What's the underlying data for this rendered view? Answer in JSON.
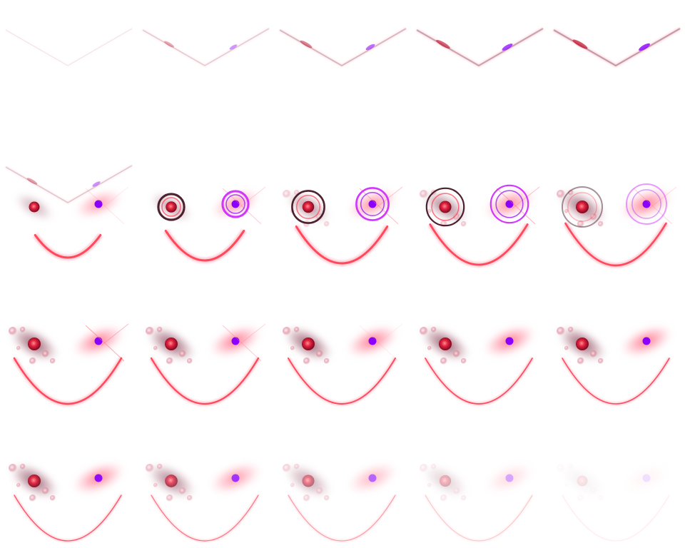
{
  "sprite_sheet": {
    "grid": {
      "columns": 5,
      "rows": 4
    },
    "colors": {
      "background": "#ffffff",
      "red": "#ff3b4e",
      "pink": "#ff6f8a",
      "crimson": "#c0102a",
      "dark_ring": "#3a0a18",
      "violet": "#8a00ff",
      "magenta": "#cc22ff",
      "smoke": "#8a6a78"
    },
    "frames": [
      {
        "phase": "streak",
        "streak": 0.25
      },
      {
        "phase": "streak",
        "streak": 0.5
      },
      {
        "phase": "streak",
        "streak": 0.7
      },
      {
        "phase": "streak",
        "streak": 0.9
      },
      {
        "phase": "streak",
        "streak": 1.0
      },
      {
        "phase": "face",
        "streak": 0.9,
        "ring": 0.0,
        "glow": 0.5,
        "smile": 0.35,
        "smile_thick": 1.0,
        "smoke": 0.2,
        "flare": 0.3,
        "opacity": 1.0
      },
      {
        "phase": "face",
        "ring": 0.45,
        "glow": 0.6,
        "smile": 0.55,
        "smile_thick": 1.0,
        "smoke": 0.4,
        "flare": 0.6,
        "opacity": 1.0
      },
      {
        "phase": "face",
        "ring": 0.7,
        "glow": 0.75,
        "smile": 0.75,
        "smile_thick": 1.0,
        "smoke": 0.6,
        "flare": 0.8,
        "opacity": 1.0
      },
      {
        "phase": "face",
        "ring": 0.9,
        "glow": 0.85,
        "smile": 0.85,
        "smile_thick": 0.9,
        "smoke": 0.75,
        "flare": 0.9,
        "opacity": 1.0
      },
      {
        "phase": "face",
        "ring": 1.0,
        "ring_fade": 0.5,
        "glow": 1.0,
        "smile": 0.9,
        "smile_thick": 0.85,
        "smoke": 0.9,
        "flare": 0.5,
        "opacity": 1.0
      },
      {
        "phase": "face",
        "ring": 0,
        "glow": 1.0,
        "smile": 1.0,
        "smile_thick": 0.8,
        "smoke": 1.0,
        "flare": 1.0,
        "opacity": 1.0
      },
      {
        "phase": "face",
        "ring": 0,
        "glow": 1.0,
        "smile": 1.0,
        "smile_thick": 0.7,
        "smoke": 1.0,
        "flare": 0.6,
        "opacity": 1.0
      },
      {
        "phase": "face",
        "ring": 0,
        "glow": 1.0,
        "smile": 1.0,
        "smile_thick": 0.55,
        "smoke": 1.0,
        "flare": 0.2,
        "opacity": 1.0
      },
      {
        "phase": "face",
        "ring": 0,
        "glow": 1.0,
        "smile": 1.0,
        "smile_thick": 0.45,
        "smoke": 1.0,
        "flare": 0.0,
        "opacity": 1.0
      },
      {
        "phase": "face",
        "ring": 0,
        "glow": 1.0,
        "smile": 1.0,
        "smile_thick": 0.4,
        "smoke": 1.0,
        "flare": 0.0,
        "opacity": 1.0
      },
      {
        "phase": "face",
        "ring": 0,
        "glow": 1.0,
        "smile": 1.0,
        "smile_thick": 0.3,
        "smoke": 1.0,
        "flare": 0.0,
        "opacity": 0.95
      },
      {
        "phase": "face",
        "ring": 0,
        "glow": 0.95,
        "smile": 1.0,
        "smile_thick": 0.25,
        "smoke": 1.0,
        "flare": 0.0,
        "opacity": 0.8
      },
      {
        "phase": "face",
        "ring": 0,
        "glow": 0.85,
        "smile": 1.0,
        "smile_thick": 0.2,
        "smoke": 0.9,
        "flare": 0.0,
        "opacity": 0.6
      },
      {
        "phase": "face",
        "ring": 0,
        "glow": 0.7,
        "smile": 1.0,
        "smile_thick": 0.15,
        "smoke": 0.8,
        "flare": 0.0,
        "opacity": 0.35
      },
      {
        "phase": "face",
        "ring": 0,
        "glow": 0.5,
        "smile": 1.0,
        "smile_thick": 0.1,
        "smoke": 0.6,
        "flare": 0.0,
        "opacity": 0.12
      }
    ]
  }
}
